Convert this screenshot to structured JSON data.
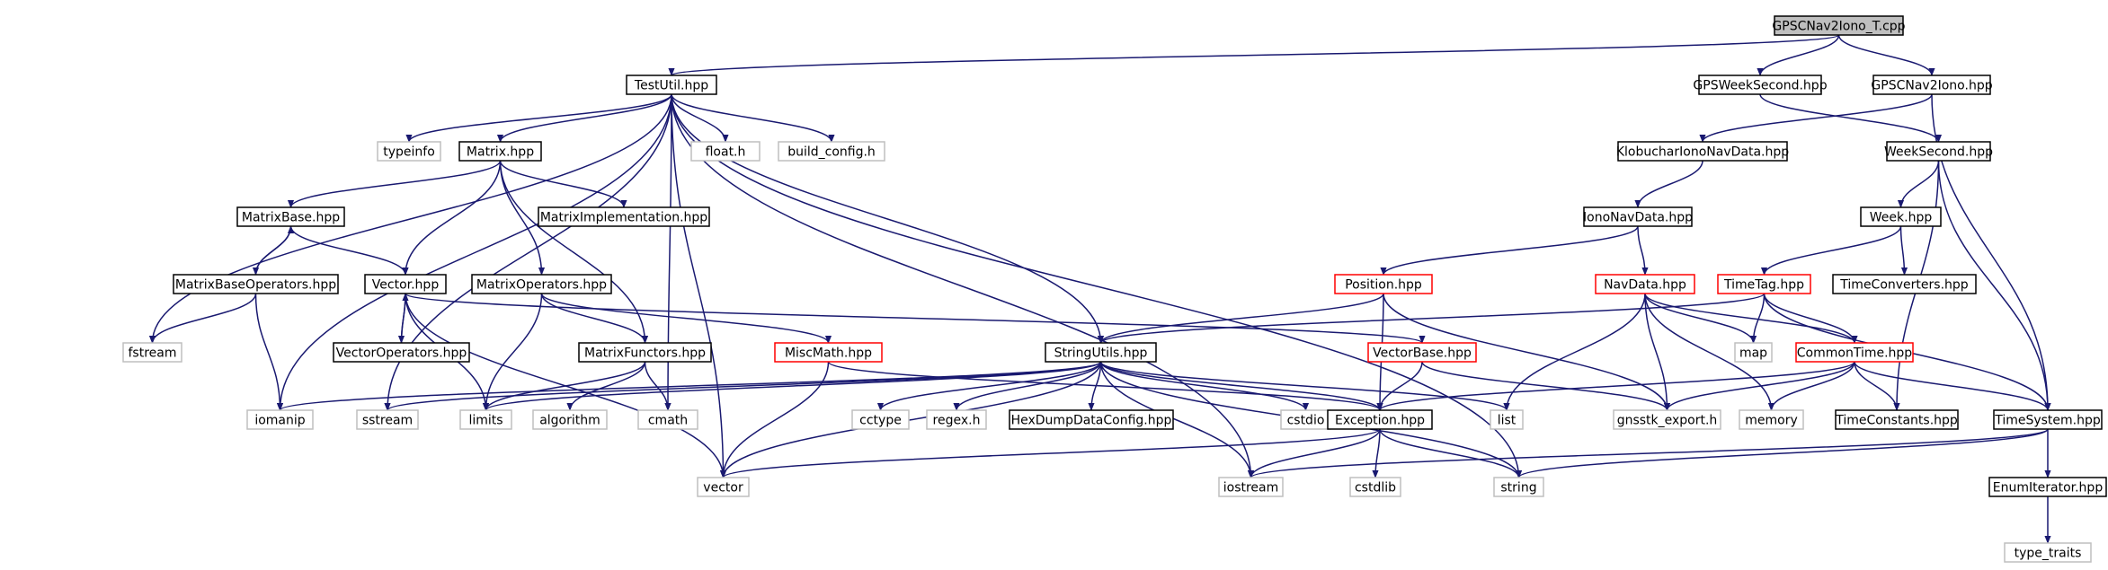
{
  "colors": {
    "edge": "#191970",
    "normal_border": "#000000",
    "external_border": "#bfbfbf",
    "truncated_border": "#ff0000",
    "root_fill": "#bfbfbf",
    "background": "#ffffff"
  },
  "nodes": [
    {
      "id": "root",
      "label": "GPSCNav2Iono_T.cpp",
      "kind": "root"
    },
    {
      "id": "testutil",
      "label": "TestUtil.hpp",
      "kind": "normal"
    },
    {
      "id": "gpsweeksecond",
      "label": "GPSWeekSecond.hpp",
      "kind": "normal"
    },
    {
      "id": "gpscnav2iono",
      "label": "GPSCNav2Iono.hpp",
      "kind": "normal"
    },
    {
      "id": "typeinfo",
      "label": "typeinfo",
      "kind": "external"
    },
    {
      "id": "matrix",
      "label": "Matrix.hpp",
      "kind": "normal"
    },
    {
      "id": "floath",
      "label": "float.h",
      "kind": "external"
    },
    {
      "id": "buildconfig",
      "label": "build_config.h",
      "kind": "external"
    },
    {
      "id": "klobuchar",
      "label": "KlobucharIonoNavData.hpp",
      "kind": "normal"
    },
    {
      "id": "weeksecond",
      "label": "WeekSecond.hpp",
      "kind": "normal"
    },
    {
      "id": "ionoNavData",
      "label": "IonoNavData.hpp",
      "kind": "normal"
    },
    {
      "id": "week",
      "label": "Week.hpp",
      "kind": "normal"
    },
    {
      "id": "matrixbase",
      "label": "MatrixBase.hpp",
      "kind": "normal"
    },
    {
      "id": "matriximpl",
      "label": "MatrixImplementation.hpp",
      "kind": "normal"
    },
    {
      "id": "matrixbaseops",
      "label": "MatrixBaseOperators.hpp",
      "kind": "normal"
    },
    {
      "id": "vector",
      "label": "Vector.hpp",
      "kind": "normal"
    },
    {
      "id": "matrixops",
      "label": "MatrixOperators.hpp",
      "kind": "normal"
    },
    {
      "id": "position",
      "label": "Position.hpp",
      "kind": "truncated"
    },
    {
      "id": "navdata",
      "label": "NavData.hpp",
      "kind": "truncated"
    },
    {
      "id": "timetag",
      "label": "TimeTag.hpp",
      "kind": "truncated"
    },
    {
      "id": "timeconverters",
      "label": "TimeConverters.hpp",
      "kind": "normal"
    },
    {
      "id": "fstream",
      "label": "fstream",
      "kind": "external"
    },
    {
      "id": "vectorops",
      "label": "VectorOperators.hpp",
      "kind": "normal"
    },
    {
      "id": "matrixfunctors",
      "label": "MatrixFunctors.hpp",
      "kind": "normal"
    },
    {
      "id": "miscmath",
      "label": "MiscMath.hpp",
      "kind": "truncated"
    },
    {
      "id": "stringutils",
      "label": "StringUtils.hpp",
      "kind": "normal"
    },
    {
      "id": "vectorbase",
      "label": "VectorBase.hpp",
      "kind": "truncated"
    },
    {
      "id": "map",
      "label": "map",
      "kind": "external"
    },
    {
      "id": "commontime",
      "label": "CommonTime.hpp",
      "kind": "truncated"
    },
    {
      "id": "iomanip",
      "label": "iomanip",
      "kind": "external"
    },
    {
      "id": "sstream",
      "label": "sstream",
      "kind": "external"
    },
    {
      "id": "limits",
      "label": "limits",
      "kind": "external"
    },
    {
      "id": "algorithm",
      "label": "algorithm",
      "kind": "external"
    },
    {
      "id": "cmath",
      "label": "cmath",
      "kind": "external"
    },
    {
      "id": "cctype",
      "label": "cctype",
      "kind": "external"
    },
    {
      "id": "regexh",
      "label": "regex.h",
      "kind": "external"
    },
    {
      "id": "hexdump",
      "label": "HexDumpDataConfig.hpp",
      "kind": "normal"
    },
    {
      "id": "cstdio",
      "label": "cstdio",
      "kind": "external"
    },
    {
      "id": "exception",
      "label": "Exception.hpp",
      "kind": "normal"
    },
    {
      "id": "list",
      "label": "list",
      "kind": "external"
    },
    {
      "id": "gnsstkexport",
      "label": "gnsstk_export.h",
      "kind": "external"
    },
    {
      "id": "memory",
      "label": "memory",
      "kind": "external"
    },
    {
      "id": "timeconstants",
      "label": "TimeConstants.hpp",
      "kind": "normal"
    },
    {
      "id": "timesystem",
      "label": "TimeSystem.hpp",
      "kind": "normal"
    },
    {
      "id": "vectorh",
      "label": "vector",
      "kind": "external"
    },
    {
      "id": "iostream",
      "label": "iostream",
      "kind": "external"
    },
    {
      "id": "cstdlib",
      "label": "cstdlib",
      "kind": "external"
    },
    {
      "id": "stringh",
      "label": "string",
      "kind": "external"
    },
    {
      "id": "enumiterator",
      "label": "EnumIterator.hpp",
      "kind": "normal"
    },
    {
      "id": "typetraits",
      "label": "type_traits",
      "kind": "external"
    }
  ],
  "edges": [
    [
      "root",
      "testutil"
    ],
    [
      "root",
      "gpsweeksecond"
    ],
    [
      "root",
      "gpscnav2iono"
    ],
    [
      "testutil",
      "typeinfo"
    ],
    [
      "testutil",
      "matrix"
    ],
    [
      "testutil",
      "floath"
    ],
    [
      "testutil",
      "buildconfig"
    ],
    [
      "testutil",
      "fstream"
    ],
    [
      "testutil",
      "sstream"
    ],
    [
      "testutil",
      "iomanip"
    ],
    [
      "testutil",
      "vectorh"
    ],
    [
      "testutil",
      "cmath"
    ],
    [
      "testutil",
      "iostream"
    ],
    [
      "testutil",
      "stringutils"
    ],
    [
      "testutil",
      "stringh"
    ],
    [
      "gpsweeksecond",
      "weeksecond"
    ],
    [
      "gpscnav2iono",
      "klobuchar"
    ],
    [
      "gpscnav2iono",
      "timesystem"
    ],
    [
      "klobuchar",
      "ionoNavData"
    ],
    [
      "ionoNavData",
      "position"
    ],
    [
      "ionoNavData",
      "navdata"
    ],
    [
      "weeksecond",
      "week"
    ],
    [
      "weeksecond",
      "timeconstants"
    ],
    [
      "weeksecond",
      "timesystem"
    ],
    [
      "week",
      "timetag"
    ],
    [
      "week",
      "timeconverters"
    ],
    [
      "matrix",
      "matrixbase"
    ],
    [
      "matrix",
      "matriximpl"
    ],
    [
      "matrix",
      "vector"
    ],
    [
      "matrix",
      "matrixops"
    ],
    [
      "matrix",
      "matrixfunctors"
    ],
    [
      "matrixbase",
      "matrixbaseops"
    ],
    [
      "matrixbaseops",
      "matrixbase"
    ],
    [
      "matrixbase",
      "vector"
    ],
    [
      "matrixbaseops",
      "fstream"
    ],
    [
      "matrixbaseops",
      "iomanip"
    ],
    [
      "vector",
      "vectorops"
    ],
    [
      "vectorops",
      "vector"
    ],
    [
      "vector",
      "limits"
    ],
    [
      "vector",
      "vectorh"
    ],
    [
      "vector",
      "vectorbase"
    ],
    [
      "matrixops",
      "matrixfunctors"
    ],
    [
      "matrixops",
      "limits"
    ],
    [
      "matrixops",
      "miscmath"
    ],
    [
      "matrixfunctors",
      "limits"
    ],
    [
      "matrixfunctors",
      "algorithm"
    ],
    [
      "matrixfunctors",
      "cmath"
    ],
    [
      "miscmath",
      "vectorh"
    ],
    [
      "miscmath",
      "exception"
    ],
    [
      "position",
      "stringutils"
    ],
    [
      "position",
      "exception"
    ],
    [
      "position",
      "gnsstkexport"
    ],
    [
      "navdata",
      "commontime"
    ],
    [
      "navdata",
      "map"
    ],
    [
      "navdata",
      "list"
    ],
    [
      "navdata",
      "gnsstkexport"
    ],
    [
      "navdata",
      "memory"
    ],
    [
      "timetag",
      "stringutils"
    ],
    [
      "timetag",
      "commontime"
    ],
    [
      "timetag",
      "map"
    ],
    [
      "timetag",
      "timesystem"
    ],
    [
      "vectorbase",
      "exception"
    ],
    [
      "vectorbase",
      "gnsstkexport"
    ],
    [
      "stringutils",
      "iomanip"
    ],
    [
      "stringutils",
      "sstream"
    ],
    [
      "stringutils",
      "limits"
    ],
    [
      "stringutils",
      "cctype"
    ],
    [
      "stringutils",
      "regexh"
    ],
    [
      "stringutils",
      "hexdump"
    ],
    [
      "stringutils",
      "cstdio"
    ],
    [
      "stringutils",
      "exception"
    ],
    [
      "stringutils",
      "list"
    ],
    [
      "stringutils",
      "vectorh"
    ],
    [
      "stringutils",
      "iostream"
    ],
    [
      "stringutils",
      "stringh"
    ],
    [
      "commontime",
      "exception"
    ],
    [
      "commontime",
      "gnsstkexport"
    ],
    [
      "commontime",
      "memory"
    ],
    [
      "commontime",
      "timeconstants"
    ],
    [
      "commontime",
      "timesystem"
    ],
    [
      "exception",
      "vectorh"
    ],
    [
      "exception",
      "iostream"
    ],
    [
      "exception",
      "cstdlib"
    ],
    [
      "exception",
      "stringh"
    ],
    [
      "timesystem",
      "iostream"
    ],
    [
      "timesystem",
      "stringh"
    ],
    [
      "timesystem",
      "enumiterator"
    ],
    [
      "enumiterator",
      "typetraits"
    ]
  ]
}
